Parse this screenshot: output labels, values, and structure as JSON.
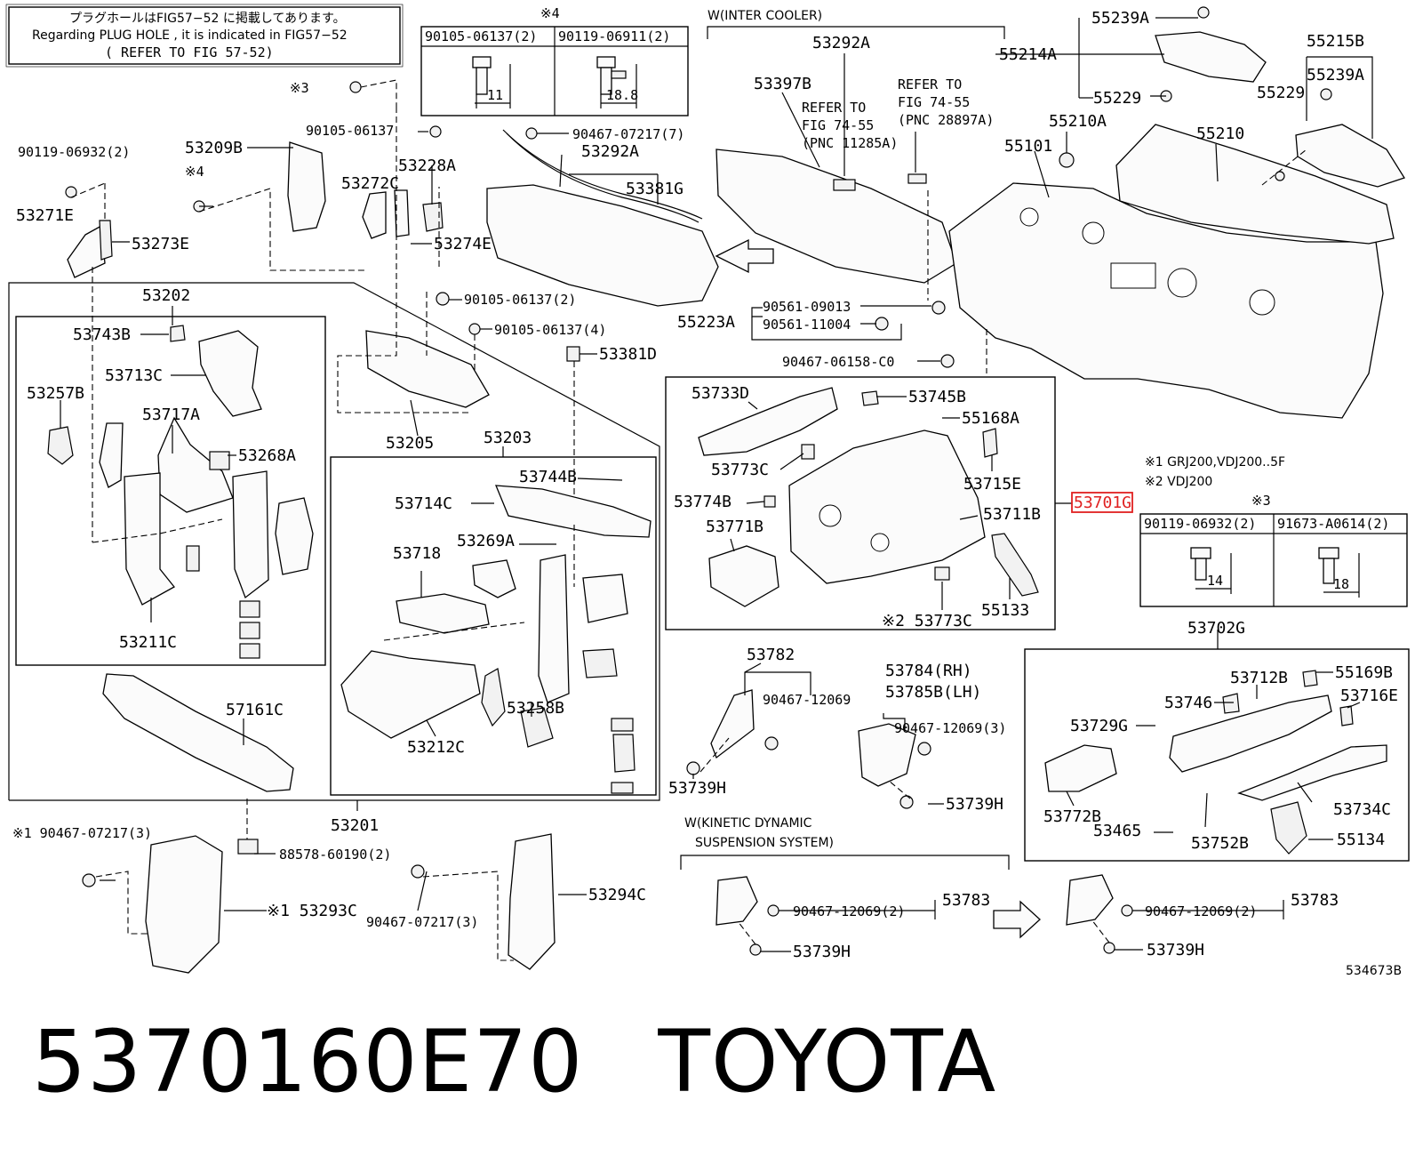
{
  "notes": {
    "plug_hole_jp": "プラグホールはFIG57−52 に掲載してあります。",
    "plug_hole_en": "Regarding  PLUG HOLE , it is indicated in  FIG57−52",
    "plug_hole_ref": "( REFER TO FIG 57-52)",
    "w_inter_cooler": "W(INTER COOLER)",
    "refer_a_1": "REFER TO",
    "refer_a_2": "FIG 74-55",
    "refer_a_3": "(PNC 11285A)",
    "refer_b_1": "REFER TO",
    "refer_b_2": "FIG 74-55",
    "refer_b_3": "(PNC 28897A)",
    "legend_1": "※1 GRJ200,VDJ200..5F",
    "legend_2": "※2 VDJ200",
    "w_kinetic_1": "W(KINETIC DYNAMIC",
    "w_kinetic_2": "SUSPENSION SYSTEM)",
    "diagram_id": "534673B"
  },
  "tables": {
    "t4": {
      "mark": "※4",
      "col1": "90105-06137(2)",
      "col2": "90119-06911(2)",
      "dim1": "11",
      "dim2": "18.8"
    },
    "t3": {
      "mark": "※3",
      "col1": "90119-06932(2)",
      "col2": "91673-A0614(2)",
      "dim1": "14",
      "dim2": "18"
    }
  },
  "labels": [
    {
      "id": "l01",
      "text": "※3"
    },
    {
      "id": "l02",
      "text": "90105-06137"
    },
    {
      "id": "l03",
      "text": "90119-06932(2)"
    },
    {
      "id": "l04",
      "text": "53209B"
    },
    {
      "id": "l05",
      "text": "※4"
    },
    {
      "id": "l06",
      "text": "53272C"
    },
    {
      "id": "l07",
      "text": "53228A"
    },
    {
      "id": "l08",
      "text": "53271E"
    },
    {
      "id": "l09",
      "text": "53273E"
    },
    {
      "id": "l10",
      "text": "53274E"
    },
    {
      "id": "l11",
      "text": "90467-07217(7)"
    },
    {
      "id": "l12",
      "text": "53292A"
    },
    {
      "id": "l13",
      "text": "53381G"
    },
    {
      "id": "l14",
      "text": "53292A"
    },
    {
      "id": "l15",
      "text": "53397B"
    },
    {
      "id": "l16",
      "text": "55214A"
    },
    {
      "id": "l17",
      "text": "55239A"
    },
    {
      "id": "l18",
      "text": "55215B"
    },
    {
      "id": "l19",
      "text": "55239A"
    },
    {
      "id": "l20",
      "text": "55229"
    },
    {
      "id": "l21",
      "text": "55229"
    },
    {
      "id": "l22",
      "text": "55210A"
    },
    {
      "id": "l23",
      "text": "55101"
    },
    {
      "id": "l24",
      "text": "55210"
    },
    {
      "id": "l25",
      "text": "53202"
    },
    {
      "id": "l26",
      "text": "53743B"
    },
    {
      "id": "l27",
      "text": "53713C"
    },
    {
      "id": "l28",
      "text": "53257B"
    },
    {
      "id": "l29",
      "text": "53717A"
    },
    {
      "id": "l30",
      "text": "53268A"
    },
    {
      "id": "l31",
      "text": "53211C"
    },
    {
      "id": "l32",
      "text": "90105-06137(2)"
    },
    {
      "id": "l33",
      "text": "90105-06137(4)"
    },
    {
      "id": "l34",
      "text": "53381D"
    },
    {
      "id": "l35",
      "text": "53205"
    },
    {
      "id": "l36",
      "text": "53203"
    },
    {
      "id": "l37",
      "text": "53744B"
    },
    {
      "id": "l38",
      "text": "53714C"
    },
    {
      "id": "l39",
      "text": "53718"
    },
    {
      "id": "l40",
      "text": "53269A"
    },
    {
      "id": "l41",
      "text": "53258B"
    },
    {
      "id": "l42",
      "text": "53212C"
    },
    {
      "id": "l43",
      "text": "57161C"
    },
    {
      "id": "l44",
      "text": "53201"
    },
    {
      "id": "l45",
      "text": "90561-09013"
    },
    {
      "id": "l46",
      "text": "90561-11004"
    },
    {
      "id": "l47",
      "text": "55223A"
    },
    {
      "id": "l48",
      "text": "90467-06158-C0"
    },
    {
      "id": "l49",
      "text": "53733D"
    },
    {
      "id": "l50",
      "text": "53745B"
    },
    {
      "id": "l51",
      "text": "55168A"
    },
    {
      "id": "l52",
      "text": "53773C"
    },
    {
      "id": "l53",
      "text": "53715E"
    },
    {
      "id": "l54",
      "text": "53774B"
    },
    {
      "id": "l55",
      "text": "53711B"
    },
    {
      "id": "l56",
      "text": "53771B"
    },
    {
      "id": "l57",
      "text": "55133"
    },
    {
      "id": "l58",
      "text": "※2 53773C"
    },
    {
      "id": "l59",
      "text": "53701G"
    },
    {
      "id": "l60",
      "text": "53702G"
    },
    {
      "id": "l61",
      "text": "53782"
    },
    {
      "id": "l62",
      "text": "90467-12069"
    },
    {
      "id": "l63",
      "text": "53739H"
    },
    {
      "id": "l64",
      "text": "53784(RH)"
    },
    {
      "id": "l65",
      "text": "53785B(LH)"
    },
    {
      "id": "l66",
      "text": "90467-12069(3)"
    },
    {
      "id": "l67",
      "text": "53739H"
    },
    {
      "id": "l68",
      "text": "55169B"
    },
    {
      "id": "l69",
      "text": "53712B"
    },
    {
      "id": "l70",
      "text": "53746"
    },
    {
      "id": "l71",
      "text": "53716E"
    },
    {
      "id": "l72",
      "text": "53729G"
    },
    {
      "id": "l73",
      "text": "53772B"
    },
    {
      "id": "l74",
      "text": "53734C"
    },
    {
      "id": "l75",
      "text": "53465"
    },
    {
      "id": "l76",
      "text": "53752B"
    },
    {
      "id": "l77",
      "text": "55134"
    },
    {
      "id": "l78",
      "text": "※1 90467-07217(3)"
    },
    {
      "id": "l79",
      "text": "88578-60190(2)"
    },
    {
      "id": "l80",
      "text": "※1 53293C"
    },
    {
      "id": "l81",
      "text": "90467-07217(3)"
    },
    {
      "id": "l82",
      "text": "53294C"
    },
    {
      "id": "l83",
      "text": "90467-12069(2)"
    },
    {
      "id": "l84",
      "text": "53783"
    },
    {
      "id": "l85",
      "text": "53739H"
    },
    {
      "id": "l86",
      "text": "90467-12069(2)"
    },
    {
      "id": "l87",
      "text": "53783"
    },
    {
      "id": "l88",
      "text": "53739H"
    }
  ],
  "footer": {
    "part_number": "5370160E70",
    "brand": "TOYOTA"
  }
}
